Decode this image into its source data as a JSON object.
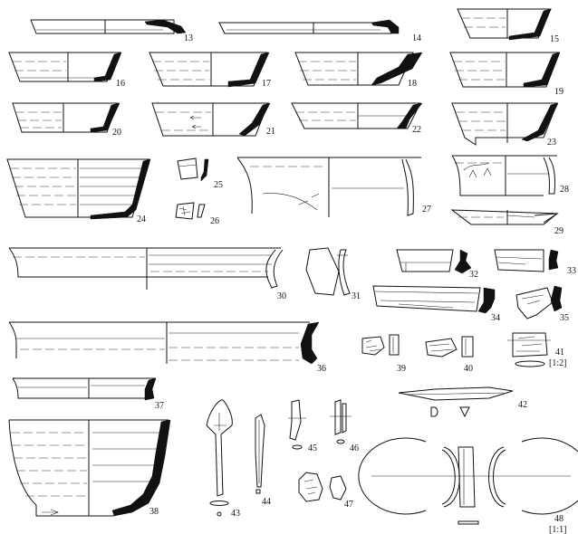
{
  "figure": {
    "artifacts": [
      {
        "id": "13",
        "label": "13"
      },
      {
        "id": "14",
        "label": "14"
      },
      {
        "id": "15",
        "label": "15"
      },
      {
        "id": "16",
        "label": "16"
      },
      {
        "id": "17",
        "label": "17"
      },
      {
        "id": "18",
        "label": "18"
      },
      {
        "id": "19",
        "label": "19"
      },
      {
        "id": "20",
        "label": "20"
      },
      {
        "id": "21",
        "label": "21"
      },
      {
        "id": "22",
        "label": "22"
      },
      {
        "id": "23",
        "label": "23"
      },
      {
        "id": "24",
        "label": "24"
      },
      {
        "id": "25",
        "label": "25"
      },
      {
        "id": "26",
        "label": "26"
      },
      {
        "id": "27",
        "label": "27"
      },
      {
        "id": "28",
        "label": "28"
      },
      {
        "id": "29",
        "label": "29"
      },
      {
        "id": "30",
        "label": "30"
      },
      {
        "id": "31",
        "label": "31"
      },
      {
        "id": "32",
        "label": "32"
      },
      {
        "id": "33",
        "label": "33"
      },
      {
        "id": "34",
        "label": "34"
      },
      {
        "id": "35",
        "label": "35"
      },
      {
        "id": "36",
        "label": "36"
      },
      {
        "id": "37",
        "label": "37"
      },
      {
        "id": "38",
        "label": "38"
      },
      {
        "id": "39",
        "label": "39"
      },
      {
        "id": "40",
        "label": "40"
      },
      {
        "id": "41",
        "label": "41"
      },
      {
        "id": "42",
        "label": "42"
      },
      {
        "id": "43",
        "label": "43"
      },
      {
        "id": "44",
        "label": "44"
      },
      {
        "id": "45",
        "label": "45"
      },
      {
        "id": "46",
        "label": "46"
      },
      {
        "id": "47",
        "label": "47"
      },
      {
        "id": "48",
        "label": "48"
      }
    ],
    "scales": {
      "s41": "[1:2]",
      "s48": "[1:1]"
    }
  }
}
